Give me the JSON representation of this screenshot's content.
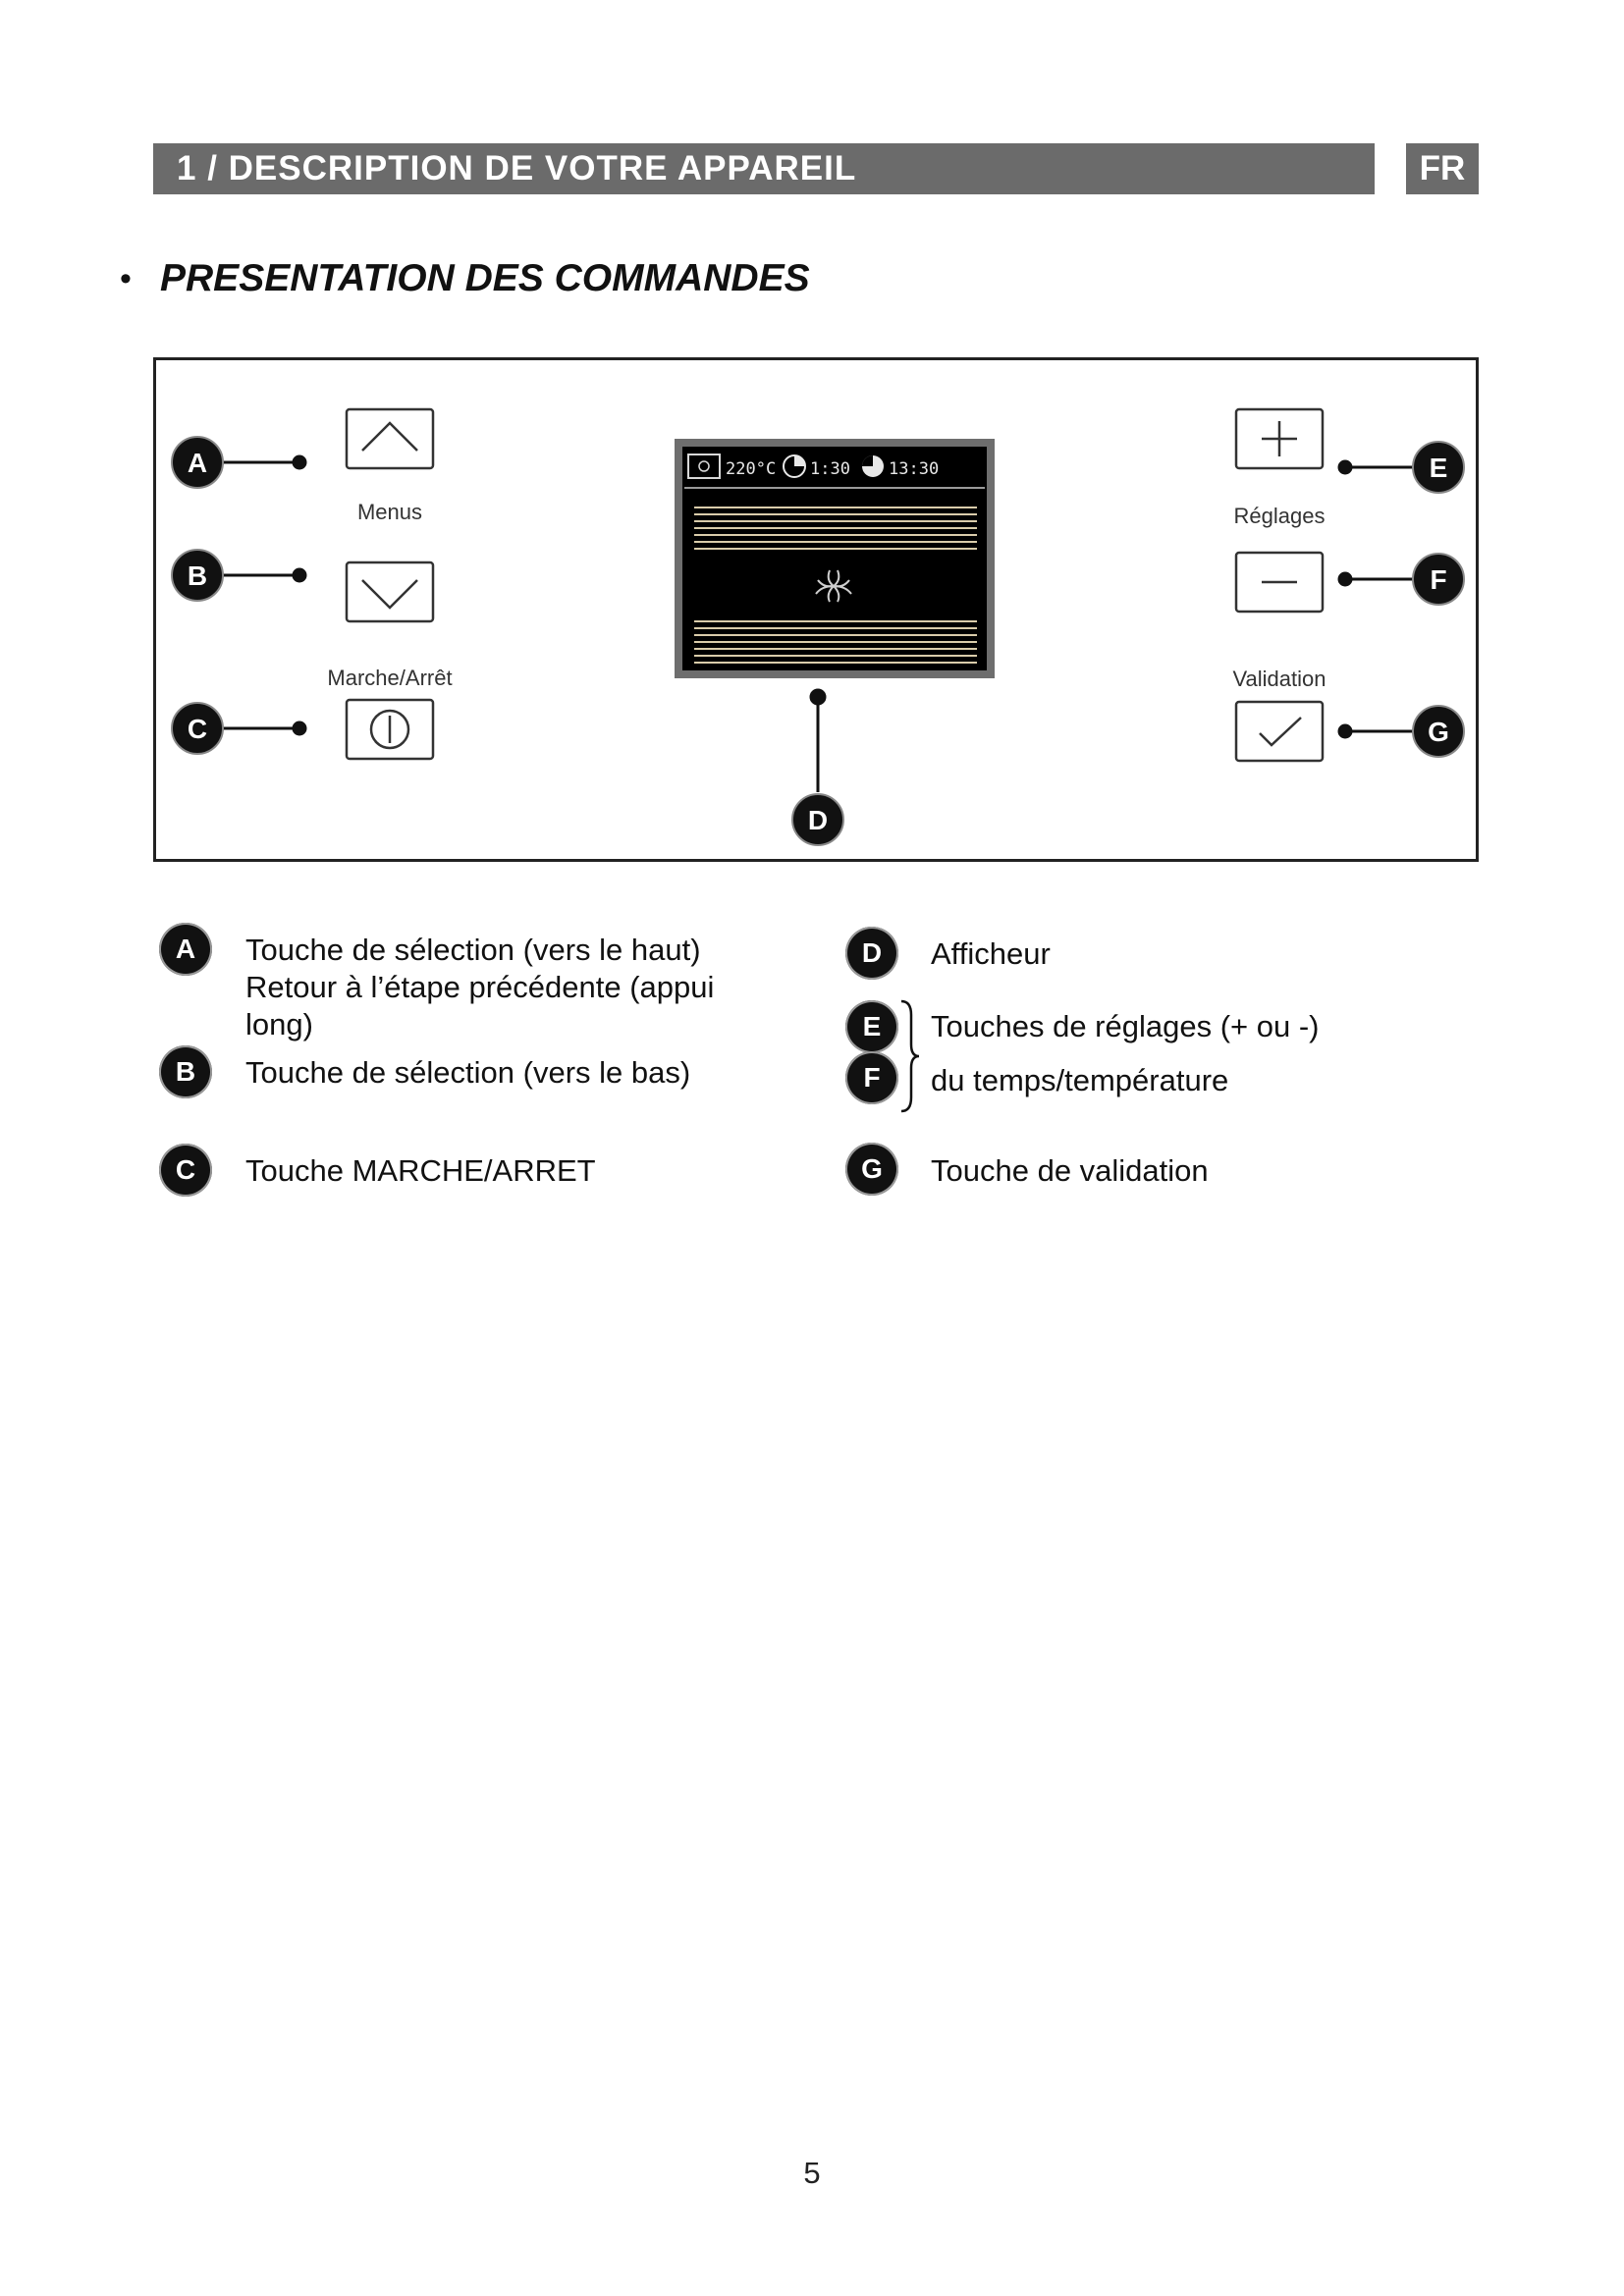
{
  "header": {
    "title": "1 / DESCRIPTION DE VOTRE APPAREIL",
    "lang": "FR"
  },
  "section": {
    "bullet": "•",
    "title": "PRESENTATION DES COMMANDES"
  },
  "panel": {
    "labels": {
      "menus": "Menus",
      "marche_arret": "Marche/Arrêt",
      "reglages": "Réglages",
      "validation": "Validation"
    },
    "display": {
      "temperature": "220°C",
      "duration": "1:30",
      "end_time": "13:30"
    },
    "markers": {
      "a": "A",
      "b": "B",
      "c": "C",
      "d": "D",
      "e": "E",
      "f": "F",
      "g": "G"
    },
    "buttons": {
      "up": "chevron-up-icon",
      "down": "chevron-down-icon",
      "power": "power-icon",
      "plus": "plus-icon",
      "minus": "minus-icon",
      "check": "check-icon"
    }
  },
  "legend": {
    "a": {
      "badge": "A",
      "lines": [
        "Touche de sélection (vers le haut)",
        "Retour à l’étape précédente (appui",
        "long)"
      ]
    },
    "b": {
      "badge": "B",
      "text": "Touche de sélection (vers le bas)"
    },
    "c": {
      "badge": "C",
      "text": "Touche MARCHE/ARRET"
    },
    "d": {
      "badge": "D",
      "text": "Afficheur"
    },
    "e": {
      "badge": "E",
      "text": "Touches de réglages (+ ou -)"
    },
    "f": {
      "badge": "F",
      "text": "du temps/température"
    },
    "g": {
      "badge": "G",
      "text": "Touche de validation"
    }
  },
  "page_number": "5"
}
